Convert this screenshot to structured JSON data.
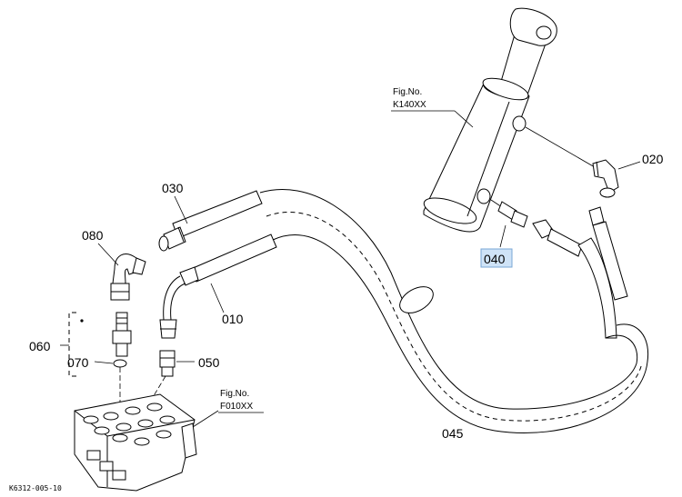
{
  "labels": {
    "p020": "020",
    "p030": "030",
    "p080": "080",
    "p010": "010",
    "p060": "060",
    "p070": "070",
    "p050": "050",
    "p040": "040",
    "p045": "045"
  },
  "figure_refs": {
    "cylinder_line1": "Fig.No.",
    "cylinder_line2": "K140XX",
    "valve_line1": "Fig.No.",
    "valve_line2": "F010XX"
  },
  "drawing_code": "K6312-005-10",
  "colors": {
    "highlight_fill": "#cfe3f7",
    "highlight_border": "#7aa7d6"
  }
}
